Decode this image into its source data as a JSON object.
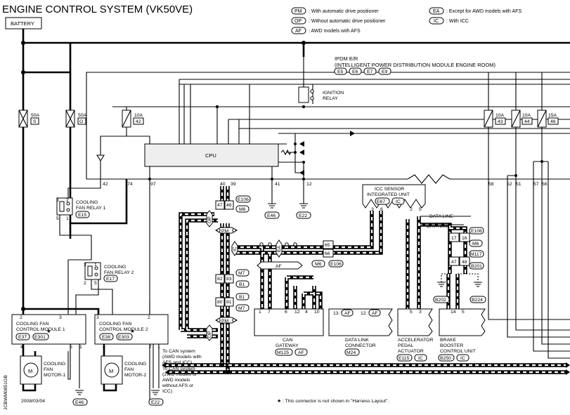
{
  "title": "ENGINE CONTROL SYSTEM (VK50VE)",
  "date": "2008/03/04",
  "side_code": "JCBWM0851GB",
  "footnote": "★ : This connector is not shown in \"Harness Layout\".",
  "legend": [
    {
      "code": "PM",
      "text": ": With automatic drive positioner"
    },
    {
      "code": "OP",
      "text": ": Without automatic drive positioner"
    },
    {
      "code": "AF",
      "text": ": AWD models with AFS"
    },
    {
      "code": "EA",
      "text": ": Except for AWD models with AFS"
    },
    {
      "code": "IC",
      "text": ": With ICC"
    }
  ],
  "battery": "BATTERY",
  "ipdm": {
    "line1": "IPDM E/R",
    "line2": "(INTELLIGENT POWER DISTRIBUTION MODULE ENGINE ROOM)",
    "connectors": [
      "E5",
      "E6",
      "E7",
      "E9"
    ]
  },
  "ignition_relay": [
    "IGNITION",
    "RELAY"
  ],
  "cpu": "CPU",
  "fuses": [
    {
      "amp": "50A",
      "id": "S"
    },
    {
      "amp": "50A",
      "id": "O"
    },
    {
      "amp": "10A",
      "id": "42"
    },
    {
      "amp": "10A",
      "id": "43"
    },
    {
      "amp": "10A",
      "id": "44"
    },
    {
      "amp": "15A",
      "id": "46"
    }
  ],
  "ipdm_pins": [
    "42",
    "74",
    "97",
    "40",
    "39",
    "41",
    "12",
    "58",
    "52",
    "51",
    "57",
    "56"
  ],
  "grounds": [
    "E46",
    "E22",
    "E46",
    "E22",
    "B202",
    "B224"
  ],
  "relay1": {
    "name": [
      "COOLING",
      "FAN RELAY 1"
    ],
    "conn": "E15",
    "pins": [
      "3",
      "2",
      "5",
      "1"
    ]
  },
  "relay2": {
    "name": [
      "COOLING",
      "FAN RELAY 2"
    ],
    "conn": "E17",
    "pins": [
      "3",
      "1",
      "2",
      "5"
    ]
  },
  "module1": {
    "name": [
      "COOLING FAN",
      "CONTROL MODULE 1"
    ],
    "conns": [
      "E37",
      "E301"
    ],
    "pins": [
      "2",
      "3",
      "4",
      "5",
      "1"
    ]
  },
  "module2": {
    "name": [
      "COOLING FAN",
      "CONTROL MODULE 2"
    ],
    "conns": [
      "E38",
      "E303"
    ],
    "pins": [
      "3",
      "2",
      "4",
      "7",
      "1"
    ]
  },
  "motor1": {
    "symbol": "M",
    "name": [
      "COOLING",
      "FAN",
      "MOTOR-1"
    ]
  },
  "motor2": {
    "symbol": "M",
    "name": [
      "COOLING",
      "FAN",
      "MOTOR-2"
    ]
  },
  "e106_top": {
    "conn": "E106",
    "pins": [
      "47",
      "48"
    ],
    "sub": "M6"
  },
  "joint_pins": [
    "65",
    "66"
  ],
  "joint_conns": [
    "M6",
    "E106"
  ],
  "mid_conns": [
    {
      "pins": [
        "82",
        "83"
      ],
      "label": "B1"
    },
    {
      "pins": [
        "80",
        "81"
      ],
      "label": "B1"
    }
  ],
  "m7_labels": [
    "M7",
    "M7"
  ],
  "icc": {
    "name": [
      "ICC SENSOR",
      "INTEGRATED UNIT"
    ],
    "conn": "E67",
    "badge": "IC",
    "pins": [
      "3",
      "6"
    ]
  },
  "data_line": "DATA LINE",
  "right_conn": {
    "conns": [
      "E106",
      "M6",
      "M117",
      "B201"
    ],
    "pins": [
      "17",
      "16",
      "47",
      "48"
    ]
  },
  "can_gateway": {
    "name": [
      "CAN",
      "GATEWAY"
    ],
    "conn": "M125",
    "badge": "AF",
    "pins": [
      "1",
      "7",
      "6",
      "12",
      "4",
      "10"
    ]
  },
  "dlc": {
    "name": [
      "DATA LINK",
      "CONNECTOR"
    ],
    "conn": "M24",
    "pins": [
      {
        "n": "13",
        "b": "AF"
      },
      {
        "n": "12",
        "b": "AF"
      }
    ]
  },
  "app": {
    "name": [
      "ACCELERATOR",
      "PEDAL",
      "ACTUATOR"
    ],
    "conn": "E115",
    "badge": "IC",
    "pins": [
      "5",
      "3"
    ],
    "top_pins": [
      "2",
      "5"
    ]
  },
  "brake": {
    "name": [
      "BRAKE",
      "BOOSTER",
      "CONTROL UNIT"
    ],
    "conn": "B250",
    "badge": "IC",
    "pins": [
      "14",
      "5"
    ]
  },
  "can_notes": [
    {
      "text": [
        "To CAN system",
        "(AWD models with",
        "AFS and ICC)"
      ]
    },
    {
      "text": [
        "To CAN system",
        "(2WD models or",
        "AWD models",
        "without AFS or",
        "ICC)"
      ]
    }
  ],
  "badges": {
    "pm": "PM",
    "op": "OP",
    "ic": "IC",
    "ea": "EA",
    "af": "AF"
  }
}
